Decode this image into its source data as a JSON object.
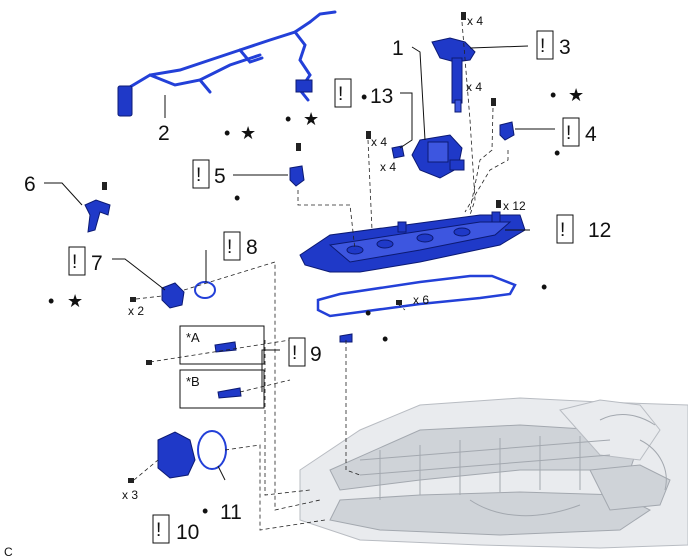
{
  "callouts": {
    "c1": "1",
    "c2": "2",
    "c3": "3",
    "c4": "4",
    "c5": "5",
    "c6": "6",
    "c7": "7",
    "c8": "8",
    "c9": "9",
    "c10": "10",
    "c11": "11",
    "c12": "12",
    "c13": "13"
  },
  "quantities": {
    "q3": "x 4",
    "q1": "x 4",
    "q13a": "x 4",
    "q13b": "x 4",
    "q12": "x 12",
    "q6": "x 6",
    "q7": "x 2",
    "q10": "x 3"
  },
  "detail_labels": {
    "a": "*A",
    "b": "*B"
  },
  "symbols": {
    "important": "!",
    "star": "★",
    "dot": "•"
  },
  "figure_code": "C"
}
